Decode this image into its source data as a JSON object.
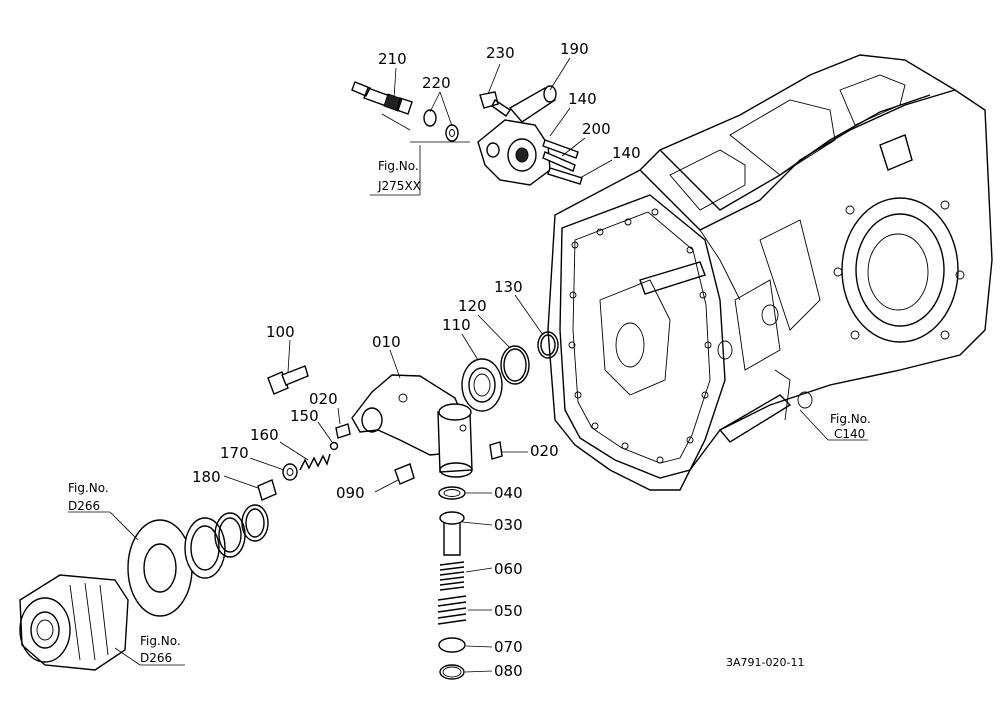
{
  "part_labels": [
    {
      "id": "p210",
      "text": "210"
    },
    {
      "id": "p220",
      "text": "220"
    },
    {
      "id": "p230",
      "text": "230"
    },
    {
      "id": "p190",
      "text": "190"
    },
    {
      "id": "p140a",
      "text": "140"
    },
    {
      "id": "p200",
      "text": "200"
    },
    {
      "id": "p140b",
      "text": "140"
    },
    {
      "id": "p130",
      "text": "130"
    },
    {
      "id": "p120",
      "text": "120"
    },
    {
      "id": "p110",
      "text": "110"
    },
    {
      "id": "p010",
      "text": "010"
    },
    {
      "id": "p100",
      "text": "100"
    },
    {
      "id": "p020a",
      "text": "020"
    },
    {
      "id": "p150",
      "text": "150"
    },
    {
      "id": "p160",
      "text": "160"
    },
    {
      "id": "p170",
      "text": "170"
    },
    {
      "id": "p180",
      "text": "180"
    },
    {
      "id": "p020b",
      "text": "020"
    },
    {
      "id": "p090",
      "text": "090"
    },
    {
      "id": "p040",
      "text": "040"
    },
    {
      "id": "p030",
      "text": "030"
    },
    {
      "id": "p060",
      "text": "060"
    },
    {
      "id": "p050",
      "text": "050"
    },
    {
      "id": "p070",
      "text": "070"
    },
    {
      "id": "p080",
      "text": "080"
    }
  ],
  "figure_refs": [
    {
      "id": "ref-j275",
      "line1": "Fig.No.",
      "line2": "J275XX"
    },
    {
      "id": "ref-c140",
      "line1": "Fig.No.",
      "line2": "C140"
    },
    {
      "id": "ref-d266a",
      "line1": "Fig.No.",
      "line2": "D266"
    },
    {
      "id": "ref-d266b",
      "line1": "Fig.No.",
      "line2": "D266"
    }
  ],
  "drawing_code": "3A791-020-11"
}
